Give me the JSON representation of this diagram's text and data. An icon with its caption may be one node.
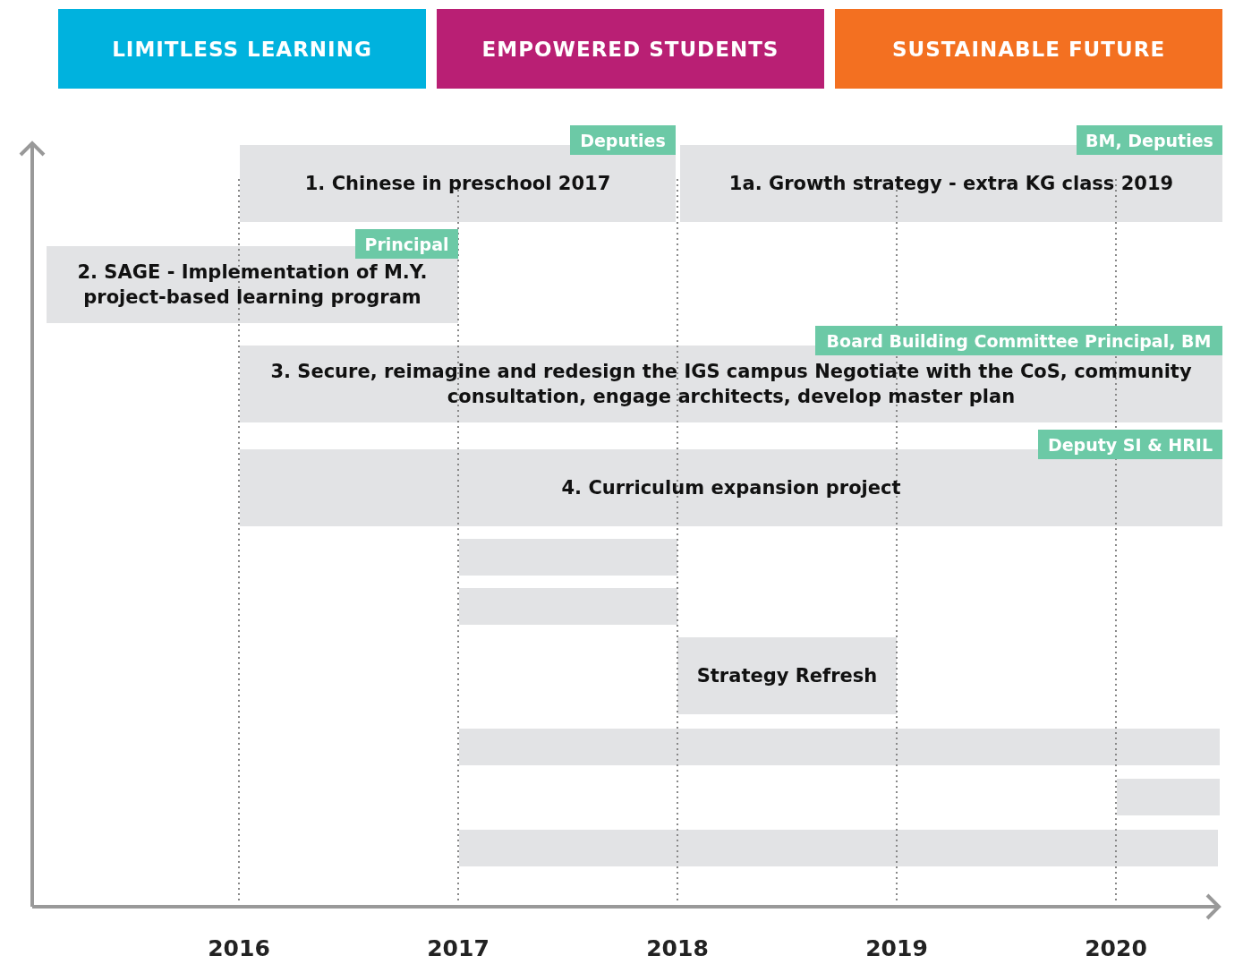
{
  "diagram": {
    "nodes": [
      {
        "text": [
          "LIMITLESS LEARNING"
        ]
      },
      {
        "text": [
          "EMPOWERED STUDENTS"
        ]
      },
      {
        "text": [
          "SUSTAINABLE FUTURE"
        ]
      },
      {
        "text": [
          "1. Chinese in preschool 2017"
        ]
      },
      {
        "text": [
          "Deputies"
        ]
      },
      {
        "text": [
          "1a. Growth strategy - extra KG class 2019"
        ]
      },
      {
        "text": [
          "BM, Deputies"
        ]
      },
      {
        "text": [
          "2. SAGE - Implementation of M.Y. project-based learning program"
        ]
      },
      {
        "text": [
          "Principal"
        ]
      },
      {
        "text": [
          "3. Secure, reimagine and redesign the IGS campus Negotiate with the CoS, community consultation, engage architects, develop master plan"
        ]
      },
      {
        "text": [
          "Board Building Committee Principal, BM"
        ]
      },
      {
        "text": [
          "4. Curriculum expansion project"
        ]
      },
      {
        "text": [
          "Deputy SI & HRIL"
        ]
      },
      {
        "text": [],
        "shape": "bar"
      },
      {
        "text": [],
        "shape": "bar"
      },
      {
        "text": [
          "Strategy Refresh"
        ]
      },
      {
        "text": [],
        "shape": "bar"
      },
      {
        "text": [],
        "shape": "bar"
      },
      {
        "text": [],
        "shape": "bar"
      }
    ],
    "edges": [],
    "labels": [
      "2016",
      "2017",
      "2018",
      "2019",
      "2020"
    ]
  }
}
